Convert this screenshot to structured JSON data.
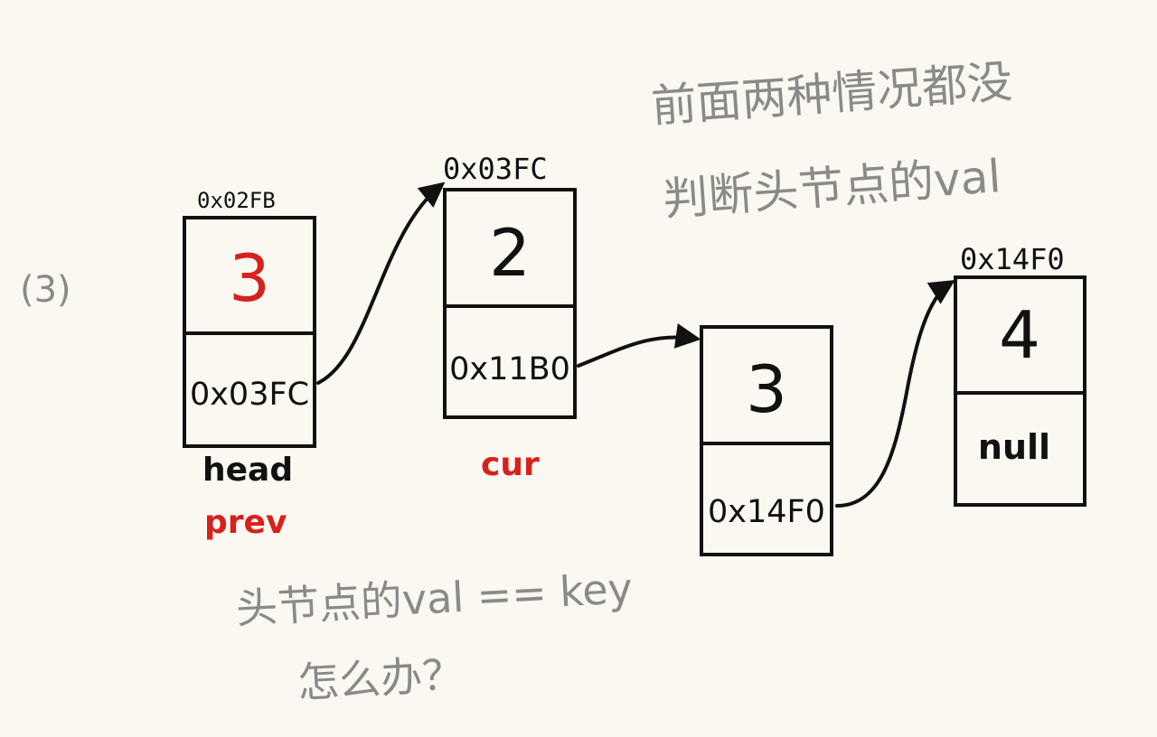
{
  "section_label": "(3)",
  "colors": {
    "ink": "#111111",
    "red": "#d8201c",
    "gray": "#8a8a8a",
    "paper": "#fbf8f1"
  },
  "nodes": [
    {
      "id": "node-1",
      "address": "0x02FB",
      "val": "3",
      "next": "0x03FC",
      "val_color": "red"
    },
    {
      "id": "node-2",
      "address": "0x03FC",
      "val": "2",
      "next": "0x11B0",
      "val_color": "ink"
    },
    {
      "id": "node-3",
      "address": "",
      "val": "3",
      "next": "0x14F0",
      "val_color": "ink"
    },
    {
      "id": "node-4",
      "address": "0x14F0",
      "val": "4",
      "next": "null",
      "val_color": "ink"
    }
  ],
  "pointer_labels": {
    "head": "head",
    "prev": "prev",
    "cur": "cur"
  },
  "notes": {
    "top_right_line1": "前面两种情况都没",
    "top_right_line2": "判断头节点的val",
    "bottom_line1": "头节点的val == key",
    "bottom_line2": "怎么办？"
  }
}
